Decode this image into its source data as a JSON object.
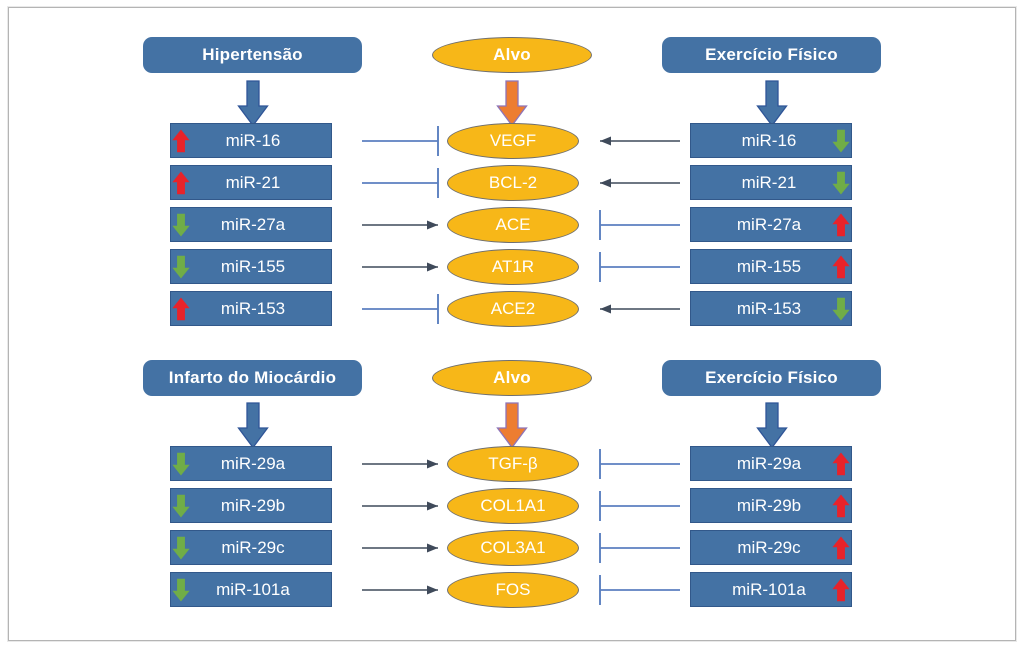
{
  "colors": {
    "blue_box": "#4472a4",
    "blue_box_border": "#32588a",
    "ellipse": "#f7b718",
    "ellipse_border": "#6f6f6f",
    "up_arrow": "#e8232a",
    "down_arrow": "#70ad47",
    "big_orange_arrow": "#ed7d31",
    "big_blue_arrow": "#4472a4",
    "inhibit_line": "#5b7fc0",
    "activate_line": "#3f4a5a",
    "frame_border": "#b4b4b4",
    "text_on_fill": "#ffffff"
  },
  "sections": [
    {
      "id": "hypertension",
      "left_title": "Hipertensão",
      "center_title": "Alvo",
      "right_title": "Exercício Físico",
      "rows": [
        {
          "left_label": "miR-16",
          "left_trend": "up",
          "target": "VEGF",
          "right_label": "miR-16",
          "right_trend": "down",
          "left_connector": "inhibit",
          "right_connector": "activate"
        },
        {
          "left_label": "miR-21",
          "left_trend": "up",
          "target": "BCL-2",
          "right_label": "miR-21",
          "right_trend": "down",
          "left_connector": "inhibit",
          "right_connector": "activate"
        },
        {
          "left_label": "miR-27a",
          "left_trend": "down",
          "target": "ACE",
          "right_label": "miR-27a",
          "right_trend": "up",
          "left_connector": "activate",
          "right_connector": "inhibit"
        },
        {
          "left_label": "miR-155",
          "left_trend": "down",
          "target": "AT1R",
          "right_label": "miR-155",
          "right_trend": "up",
          "left_connector": "activate",
          "right_connector": "inhibit"
        },
        {
          "left_label": "miR-153",
          "left_trend": "up",
          "target": "ACE2",
          "right_label": "miR-153",
          "right_trend": "down",
          "left_connector": "inhibit",
          "right_connector": "activate"
        }
      ]
    },
    {
      "id": "infarction",
      "left_title": "Infarto do Miocárdio",
      "center_title": "Alvo",
      "right_title": "Exercício Físico",
      "rows": [
        {
          "left_label": "miR-29a",
          "left_trend": "down",
          "target": "TGF-β",
          "right_label": "miR-29a",
          "right_trend": "up",
          "left_connector": "activate",
          "right_connector": "inhibit"
        },
        {
          "left_label": "miR-29b",
          "left_trend": "down",
          "target": "COL1A1",
          "right_label": "miR-29b",
          "right_trend": "up",
          "left_connector": "activate",
          "right_connector": "inhibit"
        },
        {
          "left_label": "miR-29c",
          "left_trend": "down",
          "target": "COL3A1",
          "right_label": "miR-29c",
          "right_trend": "up",
          "left_connector": "activate",
          "right_connector": "inhibit"
        },
        {
          "left_label": "miR-101a",
          "left_trend": "down",
          "target": "FOS",
          "right_label": "miR-101a",
          "right_trend": "up",
          "left_connector": "activate",
          "right_connector": "inhibit"
        }
      ]
    }
  ]
}
